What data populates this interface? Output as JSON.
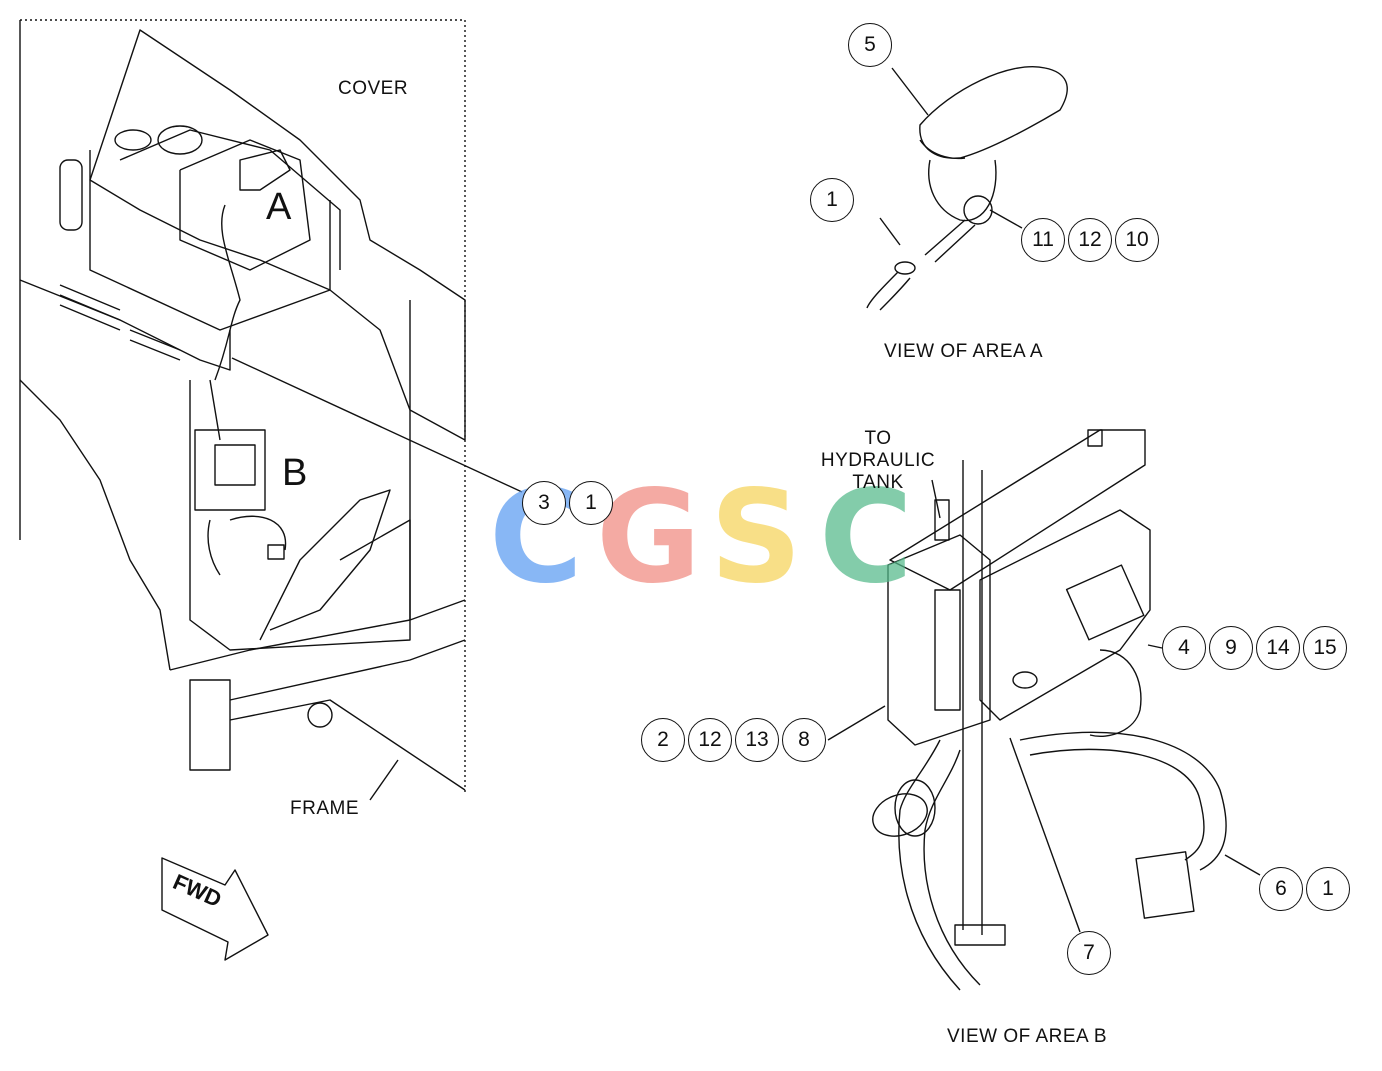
{
  "labels": {
    "cover": "COVER",
    "frame": "FRAME",
    "area_a": "A",
    "area_b": "B",
    "view_area_a": "VIEW OF AREA A",
    "view_area_b": "VIEW OF AREA B",
    "to_hydraulic_tank": [
      "TO",
      "HYDRAULIC",
      "TANK"
    ],
    "fwd": "FWD"
  },
  "callouts": {
    "a5": "5",
    "a1": "1",
    "a11": "11",
    "a12": "12",
    "a10": "10",
    "m3": "3",
    "m1": "1",
    "b4": "4",
    "b9": "9",
    "b14": "14",
    "b15": "15",
    "b2": "2",
    "b12": "12",
    "b13": "13",
    "b8": "8",
    "b6": "6",
    "b1": "1",
    "b7": "7"
  },
  "watermark": {
    "letters": [
      "C",
      "G",
      "S",
      "C"
    ],
    "colors": [
      "#5b9cf2",
      "#f08a80",
      "#f6d45a",
      "#54b98a"
    ]
  }
}
